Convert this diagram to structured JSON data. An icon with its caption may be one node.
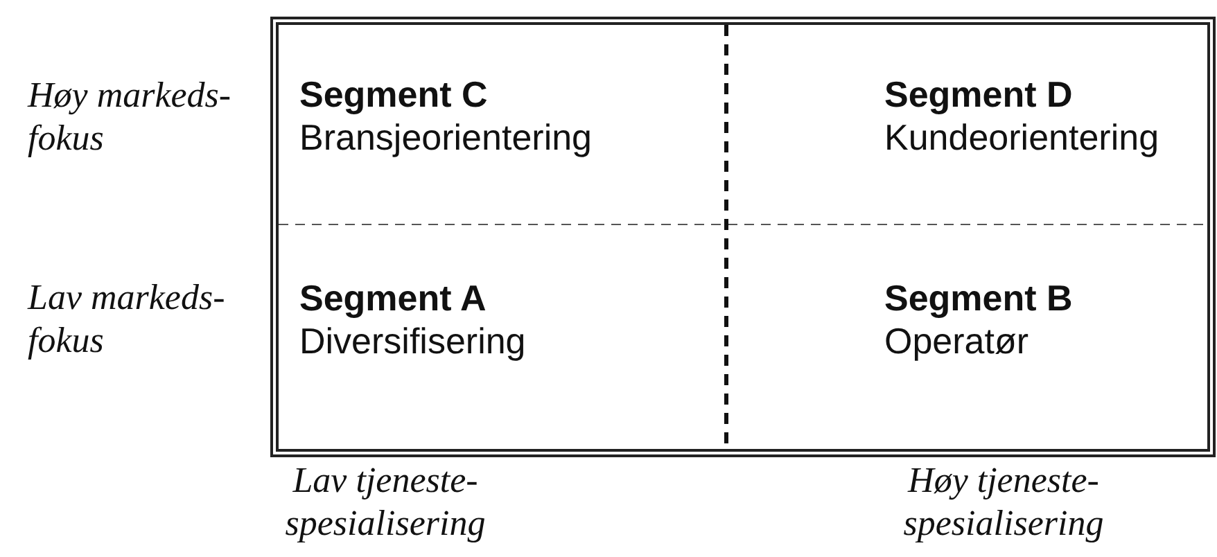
{
  "diagram": {
    "nodes": [
      {
        "text": [
          "Segment C",
          "Bransjeorientering"
        ]
      },
      {
        "text": [
          "Segment D",
          "Kundeorientering"
        ]
      },
      {
        "text": [
          "Segment A",
          "Diversifisering"
        ]
      },
      {
        "text": [
          "Segment B",
          "Operatør"
        ]
      }
    ],
    "labels": [
      "Høy markeds- fokus",
      "Lav markeds- fokus",
      "Lav tjeneste- spesialisering",
      "Høy tjeneste- spesialisering"
    ]
  }
}
